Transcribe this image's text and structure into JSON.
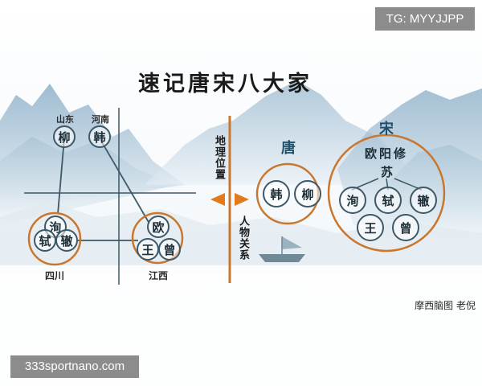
{
  "title": "速记唐宋八大家",
  "watermark_top": "TG: MYYJJPP",
  "watermark_bottom": "333sportnano.com",
  "credit": "摩西脑图 老倪",
  "axis": {
    "top": "地理位置",
    "bottom": "人物关系"
  },
  "geo": {
    "shandong": "山东",
    "henan": "河南",
    "liu": "柳",
    "han": "韩",
    "sichuan": "四川",
    "jiangxi": "江西",
    "xun": "洵",
    "shi": "轼",
    "zhe": "辙",
    "ou": "欧",
    "wang": "王",
    "zeng": "曾"
  },
  "tang": {
    "label": "唐",
    "han": "韩",
    "liu": "柳"
  },
  "song": {
    "label": "宋",
    "ouyangxiu": "欧阳修",
    "su": "苏",
    "xun": "洵",
    "shi": "轼",
    "zhe": "辙",
    "wang": "王",
    "zeng": "曾"
  },
  "colors": {
    "ring": "#c9772f",
    "node": "#3d5866",
    "axis": "#c9772f",
    "arrow": "#e07a1c"
  }
}
